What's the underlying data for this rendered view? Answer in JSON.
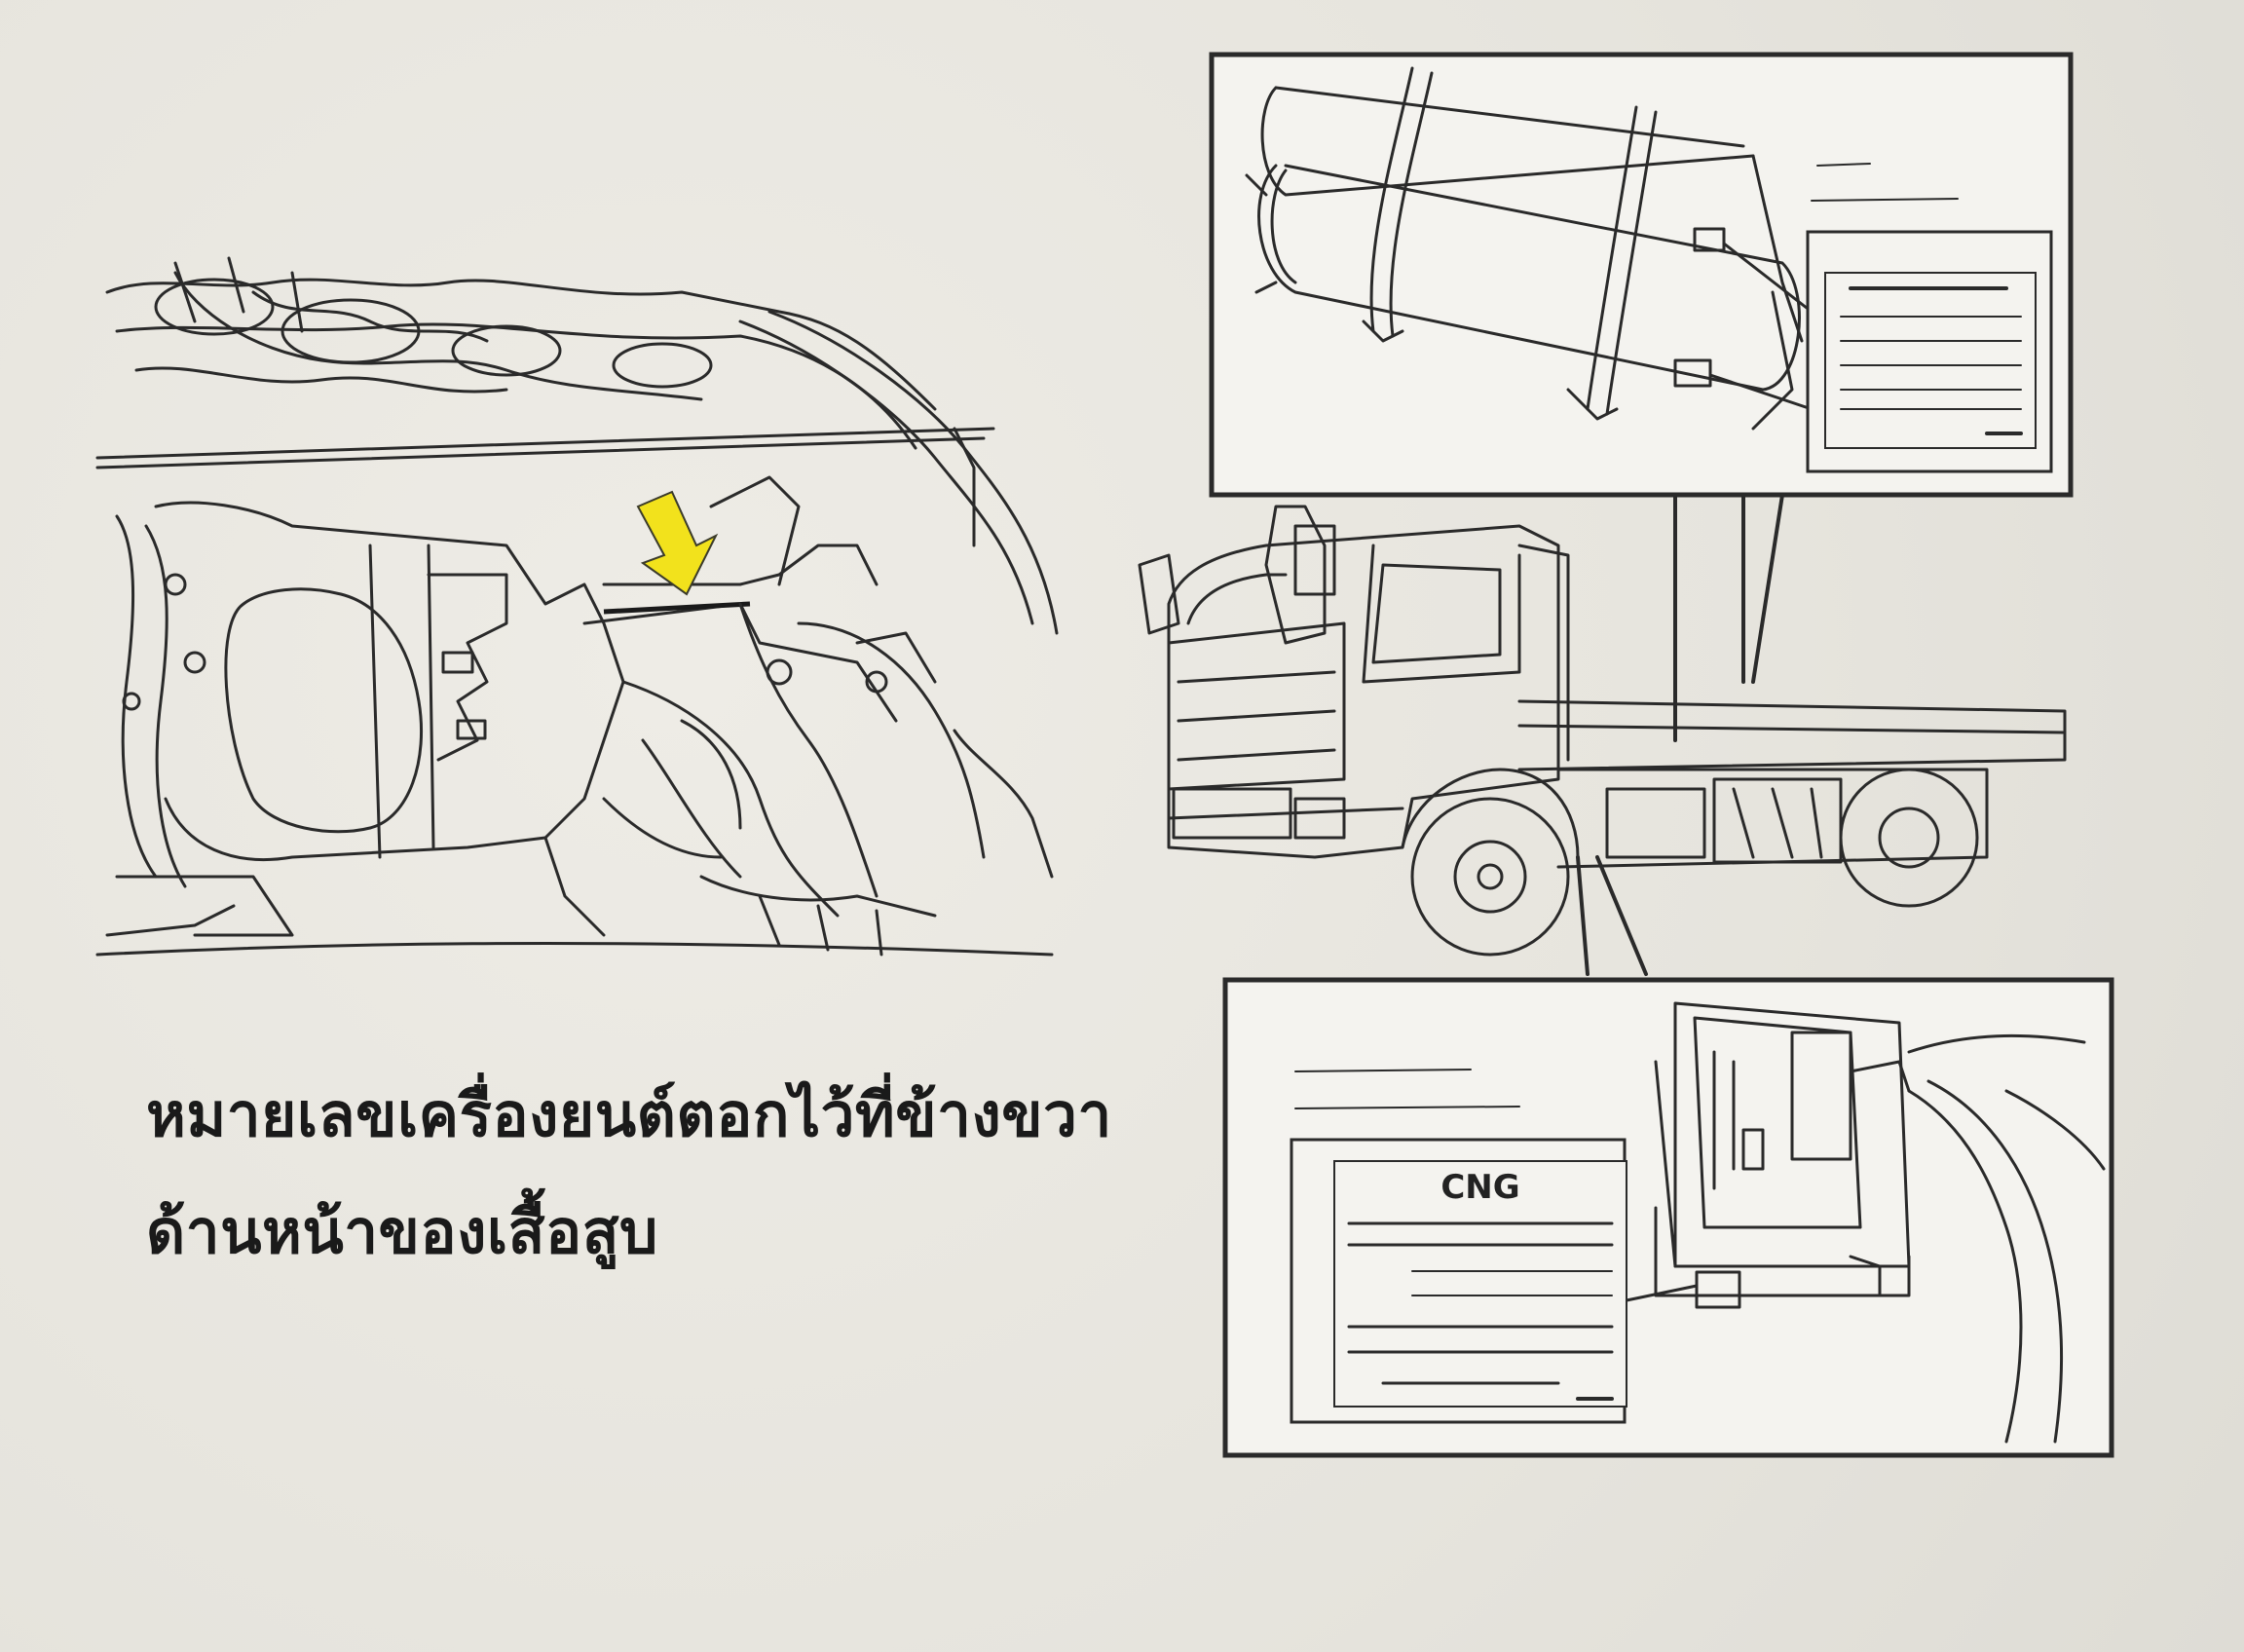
{
  "caption": {
    "line1": "หมายเลขเครื่องยนต์ตอกไว้ที่ข้างขวา",
    "line2": "ด้านหน้าของเสื้อสูบ"
  },
  "lower_inset": {
    "label_title": "CNG"
  },
  "colors": {
    "arrow": "#f2e21c",
    "line": "#2a2a2a",
    "paper": "#e9e7e1"
  },
  "icons": {
    "engine": "engine-drawing",
    "truck": "truck-drawing",
    "tank": "cng-tank-drawing",
    "arrow": "down-arrow-icon"
  }
}
